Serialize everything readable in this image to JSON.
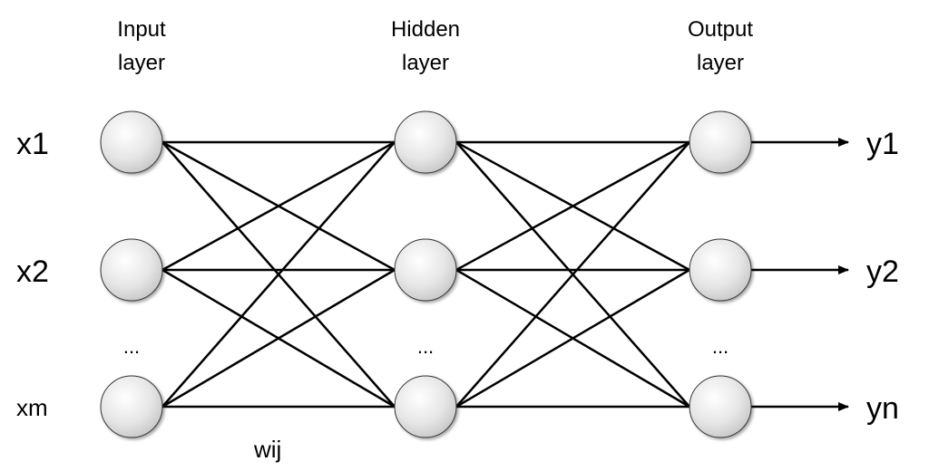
{
  "layers": [
    {
      "title_line1": "Input",
      "title_line2": "layer",
      "ellipsis": "..."
    },
    {
      "title_line1": "Hidden",
      "title_line2": "layer",
      "ellipsis": "..."
    },
    {
      "title_line1": "Output",
      "title_line2": "layer",
      "ellipsis": "..."
    }
  ],
  "inputs": [
    "x1",
    "x2",
    "xm"
  ],
  "outputs": [
    "y1",
    "y2",
    "yn"
  ],
  "weight_label": "wij",
  "colors": {
    "node_fill_light": "#ffffff",
    "node_fill_dark": "#c9c9c9",
    "line": "#000000"
  }
}
